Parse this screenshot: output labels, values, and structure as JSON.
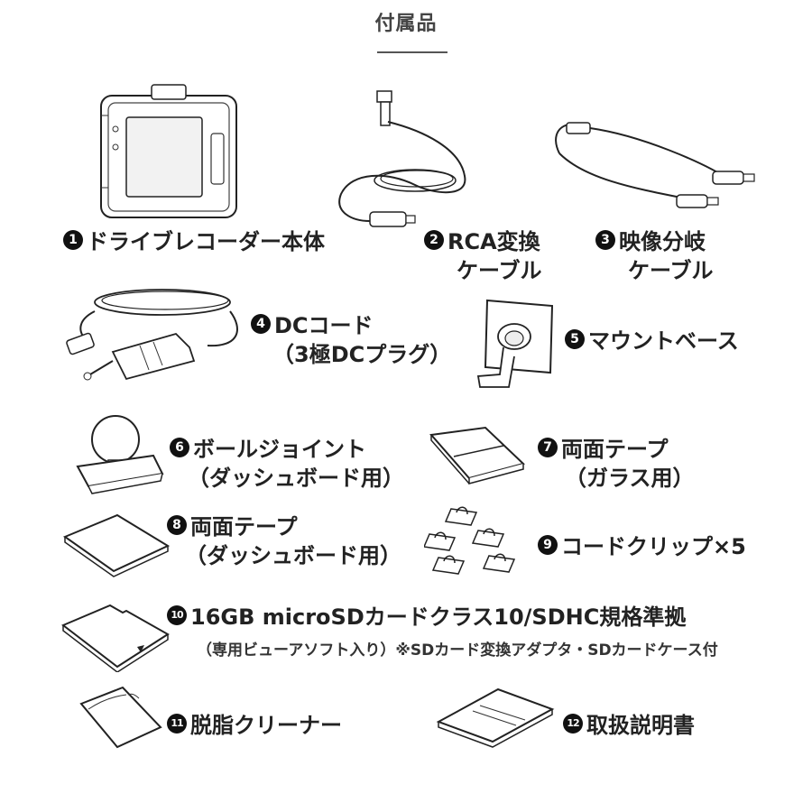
{
  "title": "付属品",
  "items": [
    {
      "num": "1",
      "line1": "ドライブレコーダー本体",
      "line2": ""
    },
    {
      "num": "2",
      "line1": "RCA変換",
      "line2": "ケーブル"
    },
    {
      "num": "3",
      "line1": "映像分岐",
      "line2": "ケーブル"
    },
    {
      "num": "4",
      "line1": "DCコード",
      "line2": "（3極DCプラグ）"
    },
    {
      "num": "5",
      "line1": "マウントベース",
      "line2": ""
    },
    {
      "num": "6",
      "line1": "ボールジョイント",
      "line2": "（ダッシュボード用）"
    },
    {
      "num": "7",
      "line1": "両面テープ",
      "line2": "（ガラス用）"
    },
    {
      "num": "8",
      "line1": "両面テープ",
      "line2": "（ダッシュボード用）"
    },
    {
      "num": "9",
      "line1": "コードクリップ×5",
      "line2": ""
    },
    {
      "num": "10",
      "line1": "16GB microSDカードクラス10/SDHC規格準拠",
      "line2": "（専用ビューアソフト入り）※SDカード変換アダプタ・SDカードケース付"
    },
    {
      "num": "11",
      "line1": "脱脂クリーナー",
      "line2": ""
    },
    {
      "num": "12",
      "line1": "取扱説明書",
      "line2": ""
    }
  ]
}
